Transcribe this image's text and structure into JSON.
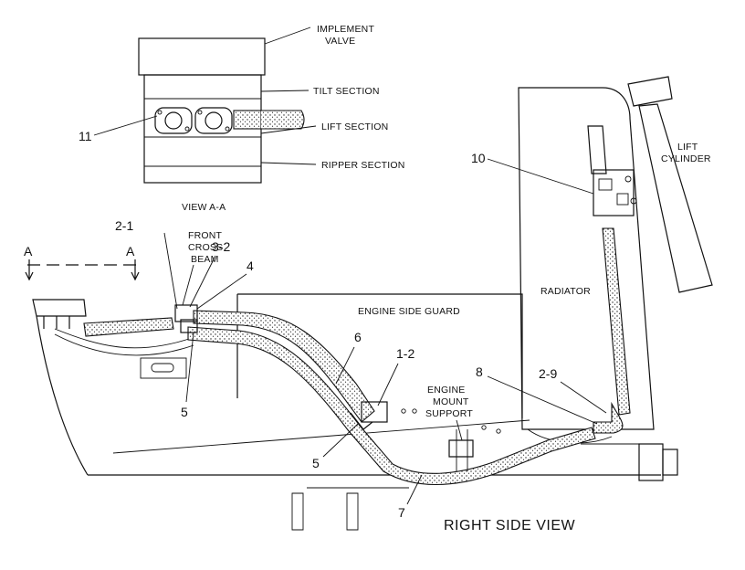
{
  "labels": {
    "implement_valve_1": "IMPLEMENT",
    "implement_valve_2": "VALVE",
    "tilt_section": "TILT SECTION",
    "lift_section": "LIFT SECTION",
    "ripper_section": "RIPPER SECTION",
    "view_aa": "VIEW A-A",
    "front_cross_beam_1": "FRONT",
    "front_cross_beam_2": "CROSS",
    "front_cross_beam_3": "BEAM",
    "engine_side_guard": "ENGINE SIDE GUARD",
    "engine_mount_support_1": "ENGINE",
    "engine_mount_support_2": "MOUNT",
    "engine_mount_support_3": "SUPPORT",
    "radiator": "RADIATOR",
    "lift_cylinder_1": "LIFT",
    "lift_cylinder_2": "CYLINDER",
    "right_side_view": "RIGHT SIDE VIEW",
    "section_a_left": "A",
    "section_a_right": "A"
  },
  "callouts": {
    "c11": "11",
    "c10": "10",
    "c2_1": "2-1",
    "c3_2": "3-2",
    "c4": "4",
    "c5_upper": "5",
    "c5_lower": "5",
    "c6": "6",
    "c1_2": "1-2",
    "c7": "7",
    "c8": "8",
    "c2_9": "2-9"
  }
}
